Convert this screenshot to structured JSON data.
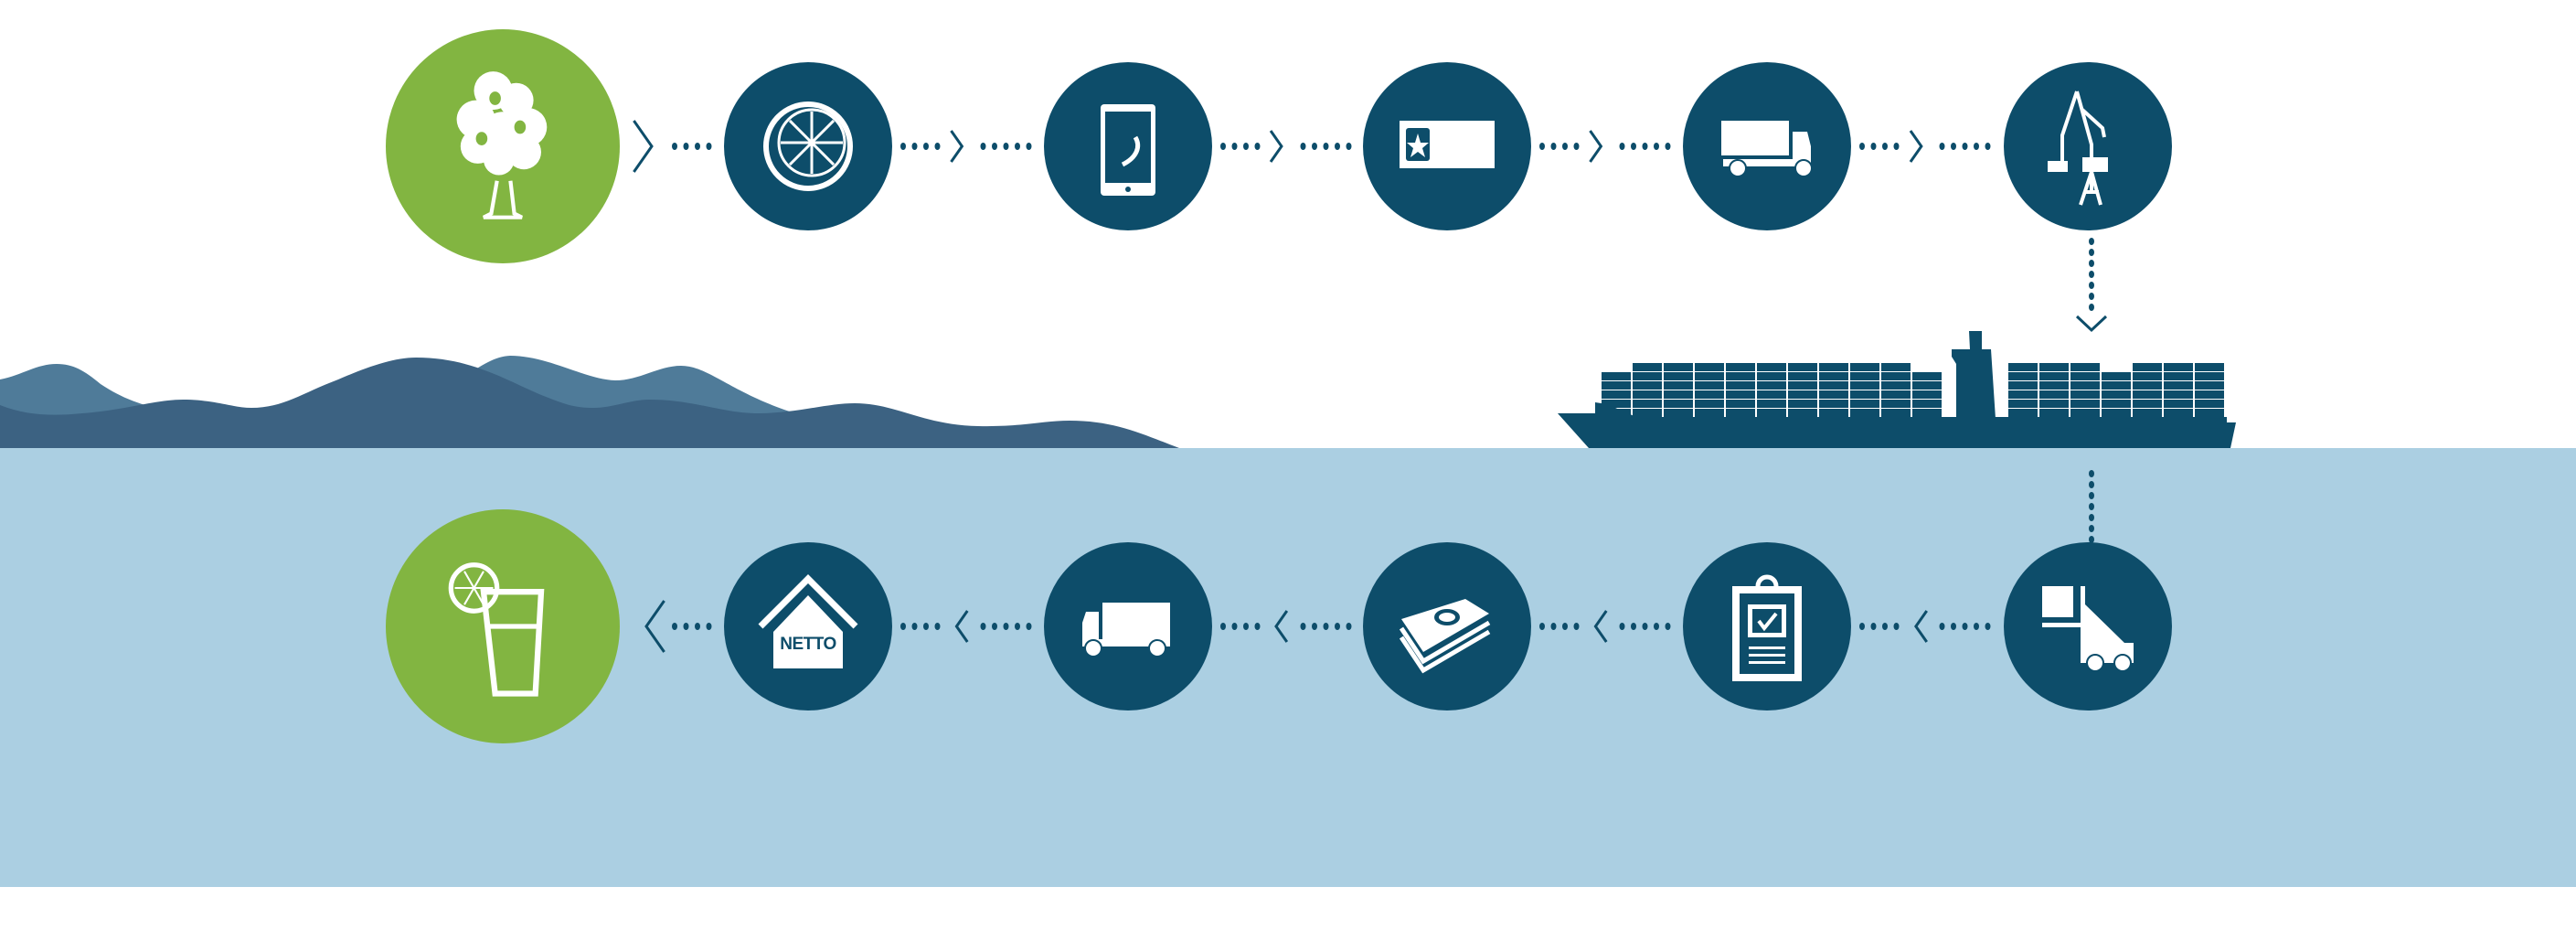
{
  "colors": {
    "dark": "#0d4d6a",
    "green": "#82b541",
    "sea": "#abcfe2",
    "mountain_back": "#4f7b99",
    "mountain_front": "#3c6282",
    "white": "#ffffff"
  },
  "top_row": [
    {
      "icon": "tree-icon",
      "type": "green"
    },
    {
      "icon": "orange-slice-icon",
      "type": "dark"
    },
    {
      "icon": "smartphone-icon",
      "type": "dark"
    },
    {
      "icon": "shipping-container-icon",
      "type": "dark"
    },
    {
      "icon": "truck-icon",
      "type": "dark"
    },
    {
      "icon": "port-crane-icon",
      "type": "dark"
    }
  ],
  "bottom_row": [
    {
      "icon": "juice-glass-icon",
      "type": "green"
    },
    {
      "icon": "netto-store-icon",
      "type": "dark"
    },
    {
      "icon": "delivery-truck-icon",
      "type": "dark"
    },
    {
      "icon": "money-icon",
      "type": "dark"
    },
    {
      "icon": "customs-clipboard-icon",
      "type": "dark"
    },
    {
      "icon": "reach-stacker-icon",
      "type": "dark"
    }
  ],
  "store": {
    "label": "NETTO"
  },
  "ship": {
    "icon": "container-ship-icon"
  }
}
